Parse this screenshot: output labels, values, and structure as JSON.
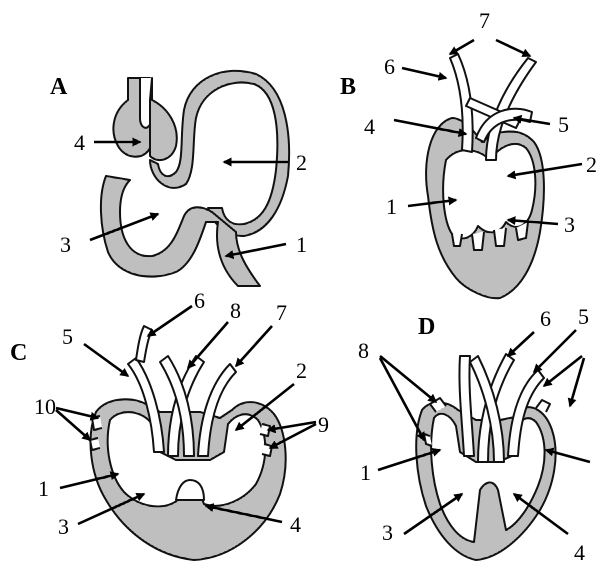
{
  "panels": [
    {
      "letter": "A",
      "labels": [
        "4",
        "2",
        "3",
        "1"
      ]
    },
    {
      "letter": "B",
      "labels": [
        "7",
        "6",
        "4",
        "5",
        "2",
        "1",
        "3"
      ]
    },
    {
      "letter": "C",
      "labels": [
        "6",
        "8",
        "7",
        "5",
        "2",
        "10",
        "9",
        "1",
        "3",
        "4"
      ]
    },
    {
      "letter": "D",
      "labels": [
        "6",
        "5",
        "8",
        "1",
        "3",
        "4"
      ]
    }
  ]
}
